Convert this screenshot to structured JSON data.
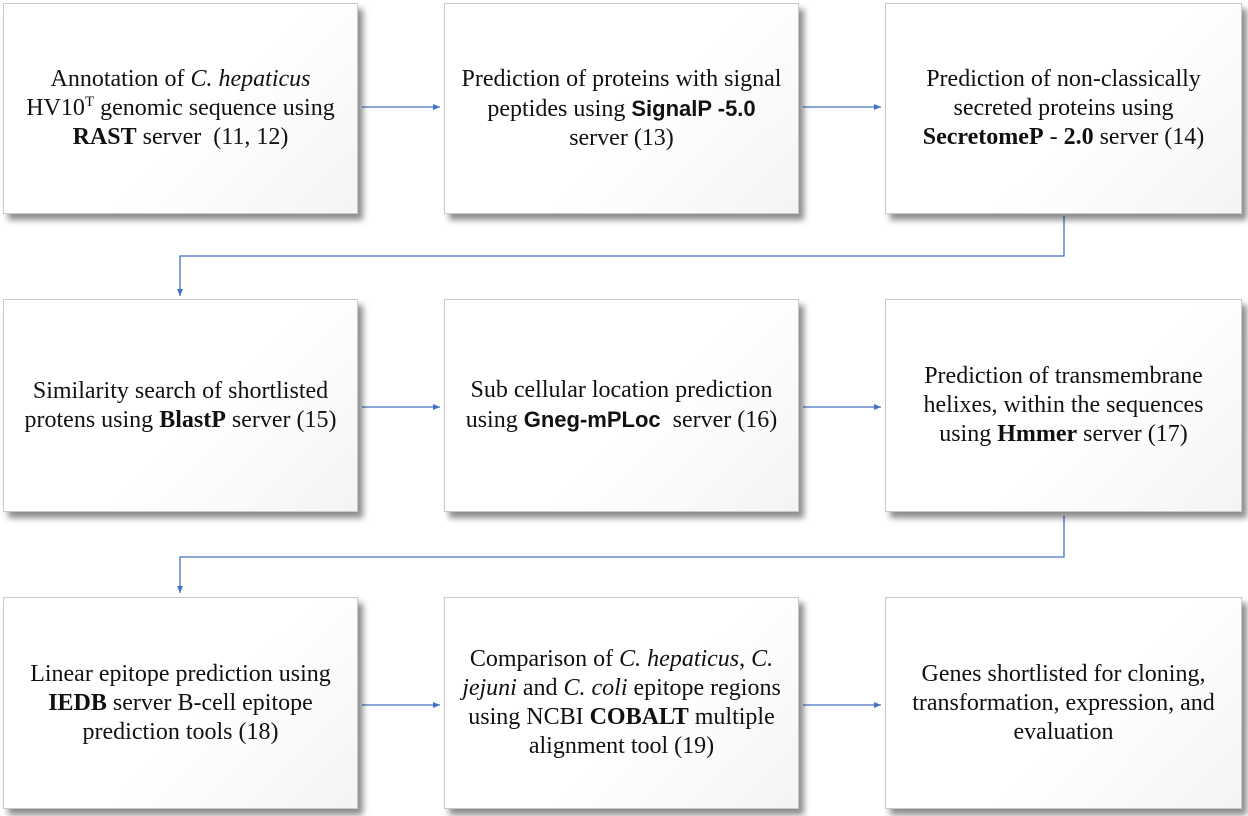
{
  "colors": {
    "connector": "#4472c4",
    "box_border": "#c9c9c9",
    "text": "#111111"
  },
  "boxes": [
    {
      "id": "box-1",
      "segments": [
        {
          "text": "Annotation of "
        },
        {
          "text": "C. hepaticus",
          "style": "italic"
        },
        {
          "text": " HV10"
        },
        {
          "text": "T",
          "style": "sup"
        },
        {
          "text": " genomic sequence using "
        },
        {
          "text": "RAST",
          "style": "bold"
        },
        {
          "text": " server  (11, 12)"
        }
      ]
    },
    {
      "id": "box-2",
      "segments": [
        {
          "text": "Prediction of proteins with signal peptides using "
        },
        {
          "text": "SignalP -5.0",
          "style": "sans-bold"
        },
        {
          "text": " server (13)"
        }
      ]
    },
    {
      "id": "box-3",
      "segments": [
        {
          "text": "Prediction of non-classically secreted proteins using "
        },
        {
          "text": "SecretomeP",
          "style": "bold"
        },
        {
          "text": " - "
        },
        {
          "text": "2.0",
          "style": "bold"
        },
        {
          "text": " server (14)"
        }
      ]
    },
    {
      "id": "box-4",
      "segments": [
        {
          "text": "Similarity search of shortlisted protens using "
        },
        {
          "text": "BlastP",
          "style": "bold"
        },
        {
          "text": " server (15)"
        }
      ]
    },
    {
      "id": "box-5",
      "segments": [
        {
          "text": "Sub cellular location prediction using "
        },
        {
          "text": "Gneg-mPLoc",
          "style": "sans-bold"
        },
        {
          "text": "  server (16)"
        }
      ]
    },
    {
      "id": "box-6",
      "segments": [
        {
          "text": "Prediction of transmembrane  helixes, within the sequences using "
        },
        {
          "text": "Hmmer",
          "style": "bold"
        },
        {
          "text": " server (17)"
        }
      ]
    },
    {
      "id": "box-7",
      "segments": [
        {
          "text": "Linear epitope prediction using "
        },
        {
          "text": "IEDB",
          "style": "bold"
        },
        {
          "text": " server B-cell epitope prediction tools (18)"
        }
      ]
    },
    {
      "id": "box-8",
      "segments": [
        {
          "text": "Comparison of "
        },
        {
          "text": "C. hepaticus",
          "style": "italic"
        },
        {
          "text": ", "
        },
        {
          "text": "C. jejuni",
          "style": "italic"
        },
        {
          "text": " and "
        },
        {
          "text": "C. coli",
          "style": "italic"
        },
        {
          "text": " epitope regions using NCBI "
        },
        {
          "text": "COBALT",
          "style": "bold"
        },
        {
          "text": " multiple alignment tool (19)"
        }
      ]
    },
    {
      "id": "box-9",
      "segments": [
        {
          "text": "Genes shortlisted for cloning, transformation, expression, and evaluation"
        }
      ]
    }
  ]
}
